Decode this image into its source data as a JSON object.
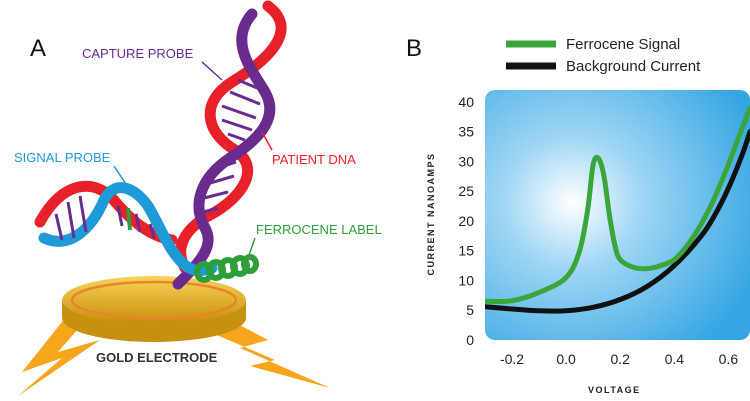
{
  "panel_a": {
    "letter": "A",
    "labels": {
      "capture_probe": "CAPTURE PROBE",
      "patient_dna": "PATIENT DNA",
      "signal_probe": "SIGNAL PROBE",
      "ferrocene_label": "FERROCENE LABEL",
      "gold_electrode": "GOLD ELECTRODE"
    },
    "colors": {
      "capture_probe": "#6a2b8f",
      "patient_dna": "#e8202a",
      "signal_probe": "#1e9ad6",
      "ferrocene_label": "#2e9e3a",
      "gold": "#d9a514",
      "lightning": "#f7a51c"
    }
  },
  "panel_b": {
    "letter": "B",
    "legend": [
      {
        "label": "Ferrocene Signal",
        "color": "#3aa53a"
      },
      {
        "label": "Background Current",
        "color": "#111111"
      }
    ]
  },
  "chart_data": {
    "type": "line",
    "title": "",
    "xlabel": "VOLTAGE",
    "ylabel": "CURRENT NANOAMPS",
    "xlim": [
      -0.3,
      0.68
    ],
    "ylim": [
      0,
      42
    ],
    "xticks": [
      "-0.2",
      "0.0",
      "0.2",
      "0.4",
      "0.6"
    ],
    "xtick_values": [
      -0.2,
      0.0,
      0.2,
      0.4,
      0.6
    ],
    "yticks": [
      "0",
      "5",
      "10",
      "15",
      "20",
      "25",
      "30",
      "35",
      "40"
    ],
    "ytick_values": [
      0,
      5,
      10,
      15,
      20,
      25,
      30,
      35,
      40
    ],
    "legend_position": "top",
    "grid": false,
    "series": [
      {
        "name": "Ferrocene Signal",
        "color": "#3aa53a",
        "x": [
          -0.3,
          -0.2,
          -0.1,
          0.0,
          0.05,
          0.08,
          0.1,
          0.12,
          0.14,
          0.16,
          0.18,
          0.2,
          0.25,
          0.3,
          0.35,
          0.4,
          0.45,
          0.5,
          0.55,
          0.6,
          0.65,
          0.68
        ],
        "y": [
          6.5,
          6.6,
          8.0,
          10.5,
          15.0,
          22.0,
          29.5,
          30.5,
          27.5,
          21.0,
          16.0,
          13.5,
          12.2,
          12.0,
          12.5,
          13.5,
          16.0,
          19.5,
          24.0,
          29.5,
          35.5,
          39.0
        ]
      },
      {
        "name": "Background Current",
        "color": "#111111",
        "x": [
          -0.3,
          -0.2,
          -0.1,
          0.0,
          0.1,
          0.2,
          0.3,
          0.4,
          0.5,
          0.55,
          0.6,
          0.65,
          0.68
        ],
        "y": [
          5.6,
          5.2,
          4.9,
          4.9,
          5.5,
          6.8,
          9.0,
          12.5,
          17.5,
          21.0,
          25.5,
          31.0,
          35.0
        ]
      }
    ]
  }
}
